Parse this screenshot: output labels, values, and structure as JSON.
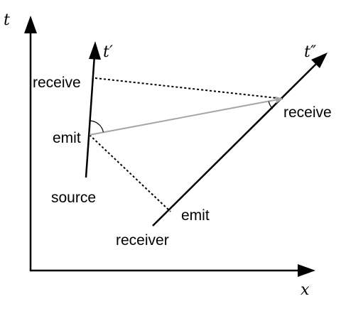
{
  "axes": {
    "time_label": "t",
    "space_label": "x"
  },
  "worldlines": {
    "source_axis_label": "t′",
    "receiver_axis_label": "t″",
    "source_label": "source",
    "receiver_label": "receiver"
  },
  "events": {
    "source_receive": "receive",
    "source_emit": "emit",
    "receiver_receive": "receive",
    "receiver_emit": "emit"
  },
  "colors": {
    "axis": "#000000",
    "dotted_signal": "#000000",
    "light_signal": "#a6a6a6"
  }
}
